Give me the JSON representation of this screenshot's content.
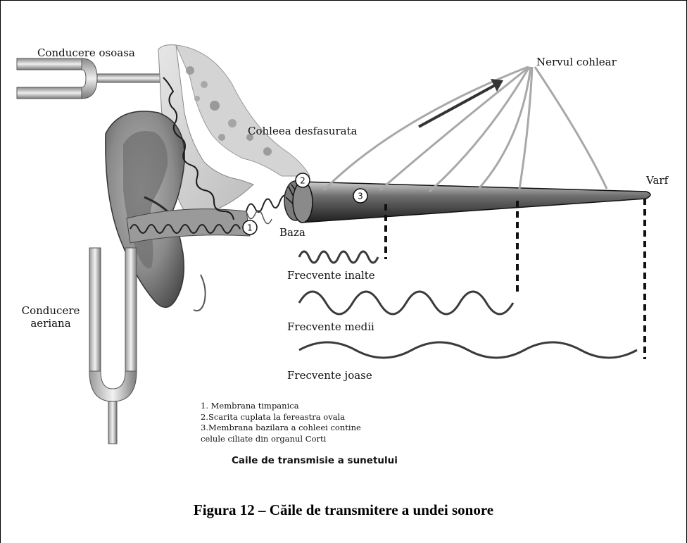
{
  "diagram": {
    "labels": {
      "bone_conduction": "Conducere osoasa",
      "air_conduction": "Conducere aeriana",
      "cochlea_unrolled": "Cohleea desfasurata",
      "cochlear_nerve": "Nervul cohlear",
      "base": "Baza",
      "apex": "Varf",
      "high_freq": "Frecvente inalte",
      "mid_freq": "Frecvente medii",
      "low_freq": "Frecvente joase"
    },
    "markers": [
      "1",
      "2",
      "3"
    ],
    "legend": [
      "1. Membrana timpanica",
      "2.Scarita cuplata la fereastra ovala",
      "3.Membrana bazilara a cohleei contine",
      "celule ciliate din organul Corti"
    ],
    "subtitle": "Caile de transmisie a sunetului"
  },
  "caption": "Figura 12 – Căile de transmitere a undei sonore"
}
